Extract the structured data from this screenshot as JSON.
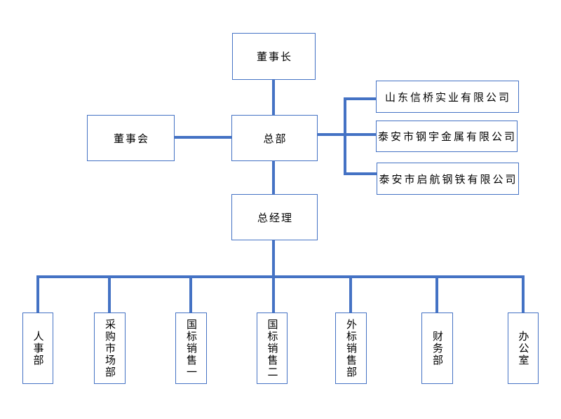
{
  "palette": {
    "line_color": "#4472C4",
    "box_border_color": "#4472C4",
    "box_fill": "#FFFFFF",
    "text_color": "#000000",
    "background": "#FFFFFF"
  },
  "org_chart": {
    "type": "organization-chart",
    "nodes": {
      "chairman": {
        "label": "董事长"
      },
      "board": {
        "label": "董事会"
      },
      "headquarters": {
        "label": "总部"
      },
      "general_manager": {
        "label": "总经理"
      },
      "subsidiaries": [
        {
          "label": "山东信桥实业有限公司"
        },
        {
          "label": "泰安市钢宇金属有限公司"
        },
        {
          "label": "泰安市启航钢铁有限公司"
        }
      ],
      "departments": [
        {
          "label": "人事部"
        },
        {
          "label": "采购市场部"
        },
        {
          "label": "国标销售一"
        },
        {
          "label": "国标销售二"
        },
        {
          "label": "外标销售部"
        },
        {
          "label": "财务部"
        },
        {
          "label": "办公室"
        }
      ]
    },
    "edges": [
      {
        "from": "chairman",
        "to": "headquarters"
      },
      {
        "from": "board",
        "to": "headquarters"
      },
      {
        "from": "headquarters",
        "to": "subsidiaries.0"
      },
      {
        "from": "headquarters",
        "to": "subsidiaries.1"
      },
      {
        "from": "headquarters",
        "to": "subsidiaries.2"
      },
      {
        "from": "headquarters",
        "to": "general_manager"
      },
      {
        "from": "general_manager",
        "to": "departments.0"
      },
      {
        "from": "general_manager",
        "to": "departments.1"
      },
      {
        "from": "general_manager",
        "to": "departments.2"
      },
      {
        "from": "general_manager",
        "to": "departments.3"
      },
      {
        "from": "general_manager",
        "to": "departments.4"
      },
      {
        "from": "general_manager",
        "to": "departments.5"
      },
      {
        "from": "general_manager",
        "to": "departments.6"
      }
    ]
  }
}
